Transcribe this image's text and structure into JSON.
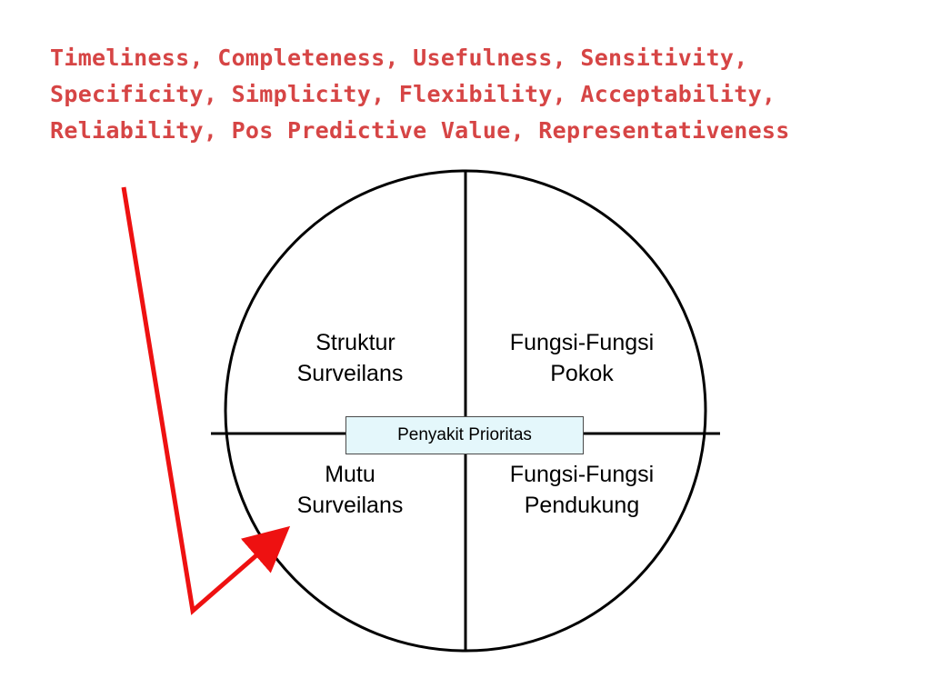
{
  "title": {
    "lines": [
      "Timeliness, Completeness, Usefulness, Sensitivity,",
      "Specificity, Simplicity, Flexibility, Acceptability,",
      "Reliability, Pos Predictive Value, Representativeness"
    ]
  },
  "quadrants": {
    "top_left": [
      "Struktur",
      "Surveilans"
    ],
    "top_right": [
      "Fungsi-Fungsi",
      "Pokok"
    ],
    "bottom_left": [
      "Mutu",
      "Surveilans"
    ],
    "bottom_right": [
      "Fungsi-Fungsi",
      "Pendukung"
    ]
  },
  "center_label": "Penyakit Prioritas",
  "colors": {
    "title": "#d64545",
    "arrow": "#ee1111",
    "center_box_fill": "#e4f7fb"
  }
}
